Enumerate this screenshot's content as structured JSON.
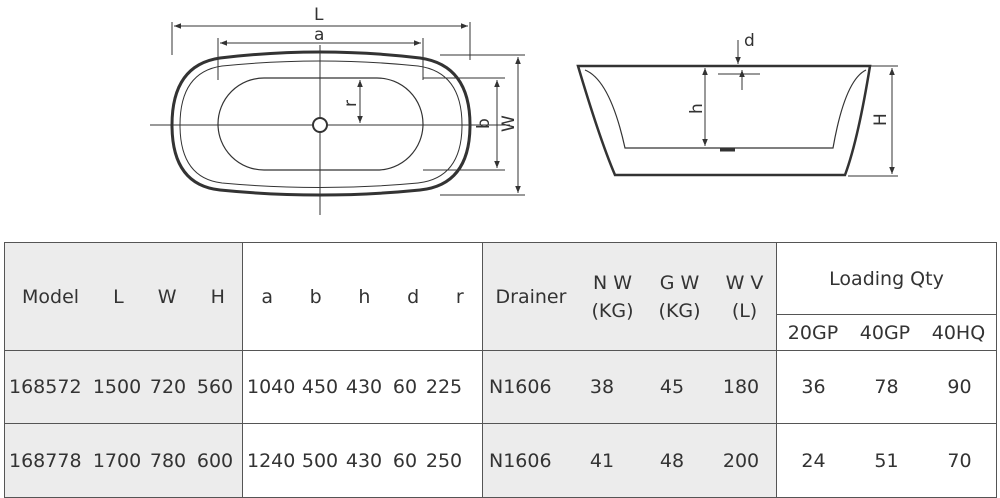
{
  "drawing_labels": {
    "top_view": {
      "L": "L",
      "a": "a",
      "b": "b",
      "W": "W",
      "r": "r"
    },
    "side_view": {
      "d": "d",
      "h": "h",
      "H": "H"
    }
  },
  "table": {
    "header": {
      "model": "Model",
      "L": "L",
      "W": "W",
      "H": "H",
      "a": "a",
      "b": "b",
      "h": "h",
      "d": "d",
      "r": "r",
      "drainer": "Drainer",
      "nw": [
        "N W",
        "(KG)"
      ],
      "gw": [
        "G W",
        "(KG)"
      ],
      "wv": [
        "W V",
        "(L)"
      ],
      "loading": "Loading Qty",
      "loading_cols": [
        "20GP",
        "40GP",
        "40HQ"
      ]
    },
    "rows": [
      {
        "model": "168572",
        "L": "1500",
        "W": "720",
        "H": "560",
        "a": "1040",
        "b": "450",
        "h": "430",
        "d": "60",
        "r": "225",
        "drainer": "N1606",
        "nw": "38",
        "gw": "45",
        "wv": "180",
        "gp20": "36",
        "gp40": "78",
        "hq40": "90"
      },
      {
        "model": "168778",
        "L": "1700",
        "W": "780",
        "H": "600",
        "a": "1240",
        "b": "500",
        "h": "430",
        "d": "60",
        "r": "250",
        "drainer": "N1606",
        "nw": "41",
        "gw": "48",
        "wv": "200",
        "gp20": "24",
        "gp40": "51",
        "hq40": "70"
      }
    ]
  }
}
